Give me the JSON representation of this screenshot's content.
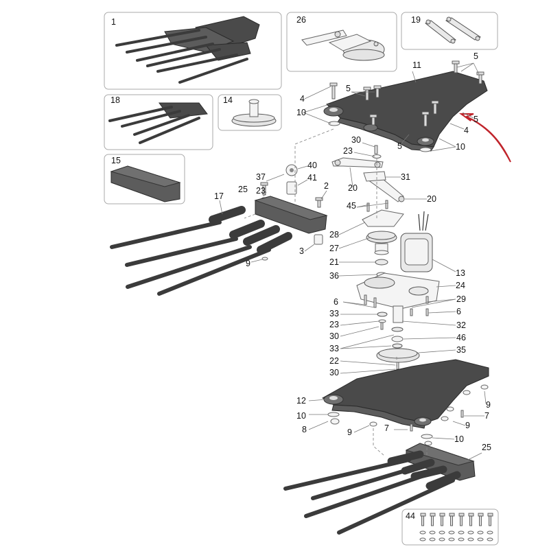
{
  "callouts": [
    {
      "n": "1"
    },
    {
      "n": "26"
    },
    {
      "n": "19"
    },
    {
      "n": "5"
    },
    {
      "n": "11"
    },
    {
      "n": "4"
    },
    {
      "n": "5"
    },
    {
      "n": "10"
    },
    {
      "n": "18"
    },
    {
      "n": "14"
    },
    {
      "n": "5"
    },
    {
      "n": "4"
    },
    {
      "n": "30"
    },
    {
      "n": "5"
    },
    {
      "n": "10"
    },
    {
      "n": "23"
    },
    {
      "n": "15"
    },
    {
      "n": "40"
    },
    {
      "n": "37"
    },
    {
      "n": "41"
    },
    {
      "n": "23"
    },
    {
      "n": "2"
    },
    {
      "n": "25"
    },
    {
      "n": "17"
    },
    {
      "n": "20"
    },
    {
      "n": "31"
    },
    {
      "n": "20"
    },
    {
      "n": "45"
    },
    {
      "n": "28"
    },
    {
      "n": "27"
    },
    {
      "n": "3"
    },
    {
      "n": "9"
    },
    {
      "n": "21"
    },
    {
      "n": "13"
    },
    {
      "n": "36"
    },
    {
      "n": "24"
    },
    {
      "n": "6"
    },
    {
      "n": "29"
    },
    {
      "n": "33"
    },
    {
      "n": "6"
    },
    {
      "n": "23"
    },
    {
      "n": "32"
    },
    {
      "n": "30"
    },
    {
      "n": "46"
    },
    {
      "n": "33"
    },
    {
      "n": "35"
    },
    {
      "n": "22"
    },
    {
      "n": "30"
    },
    {
      "n": "12"
    },
    {
      "n": "9"
    },
    {
      "n": "10"
    },
    {
      "n": "7"
    },
    {
      "n": "8"
    },
    {
      "n": "9"
    },
    {
      "n": "9"
    },
    {
      "n": "7"
    },
    {
      "n": "10"
    },
    {
      "n": "25"
    },
    {
      "n": "44"
    }
  ],
  "colors": {
    "highlight_arrow": "#c0242b",
    "part_dark": "#4a4a4a",
    "part_light": "#e9e9e9",
    "frame": "#aaaaaa"
  }
}
